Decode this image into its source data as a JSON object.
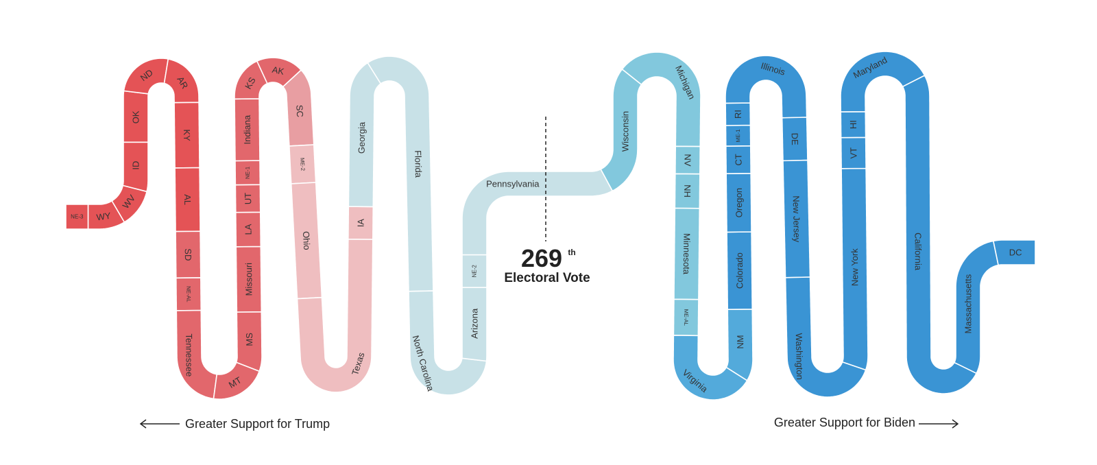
{
  "colors": {
    "trump_strong": "#E45356",
    "trump_solid": "#E2676C",
    "trump_lean": "#E89EA2",
    "trump_tilt": "#EFBEC0",
    "tossup": "#C8E1E7",
    "biden_tilt": "#82C8DD",
    "biden_lean": "#53AADB",
    "biden_solid": "#3A94D4",
    "divider": "#ffffff"
  },
  "center": {
    "vote_number": "269",
    "vote_suffix": "th",
    "vote_label": "Electoral Vote"
  },
  "captions": {
    "trump": "Greater Support for Trump",
    "biden": "Greater Support for Biden"
  },
  "chart_data": {
    "type": "ordered-electoral-snake",
    "midpoint": "269th Electoral Vote",
    "states": [
      {
        "name": "NE-3",
        "color": "trump_strong"
      },
      {
        "name": "WY",
        "color": "trump_strong"
      },
      {
        "name": "WV",
        "color": "trump_strong"
      },
      {
        "name": "ID",
        "color": "trump_strong"
      },
      {
        "name": "OK",
        "color": "trump_strong"
      },
      {
        "name": "ND",
        "color": "trump_strong"
      },
      {
        "name": "AR",
        "color": "trump_strong"
      },
      {
        "name": "KY",
        "color": "trump_strong"
      },
      {
        "name": "AL",
        "color": "trump_strong"
      },
      {
        "name": "SD",
        "color": "trump_solid"
      },
      {
        "name": "NE-AL",
        "color": "trump_solid"
      },
      {
        "name": "Tennessee",
        "color": "trump_solid"
      },
      {
        "name": "MT",
        "color": "trump_solid"
      },
      {
        "name": "MS",
        "color": "trump_solid"
      },
      {
        "name": "Missouri",
        "color": "trump_solid"
      },
      {
        "name": "LA",
        "color": "trump_solid"
      },
      {
        "name": "UT",
        "color": "trump_solid"
      },
      {
        "name": "NE-1",
        "color": "trump_solid"
      },
      {
        "name": "Indiana",
        "color": "trump_solid"
      },
      {
        "name": "KS",
        "color": "trump_solid"
      },
      {
        "name": "AK",
        "color": "trump_solid"
      },
      {
        "name": "SC",
        "color": "trump_lean"
      },
      {
        "name": "ME-2",
        "color": "trump_tilt"
      },
      {
        "name": "Ohio",
        "color": "trump_tilt"
      },
      {
        "name": "Texas",
        "color": "trump_tilt"
      },
      {
        "name": "IA",
        "color": "trump_tilt"
      },
      {
        "name": "Georgia",
        "color": "tossup"
      },
      {
        "name": "Florida",
        "color": "tossup"
      },
      {
        "name": "North Carolina",
        "color": "tossup"
      },
      {
        "name": "Arizona",
        "color": "tossup"
      },
      {
        "name": "NE-2",
        "color": "tossup"
      },
      {
        "name": "Pennsylvania",
        "color": "tossup"
      },
      {
        "name": "Wisconsin",
        "color": "biden_tilt"
      },
      {
        "name": "Michigan",
        "color": "biden_tilt"
      },
      {
        "name": "NV",
        "color": "biden_tilt"
      },
      {
        "name": "NH",
        "color": "biden_tilt"
      },
      {
        "name": "Minnesota",
        "color": "biden_tilt"
      },
      {
        "name": "ME-AL",
        "color": "biden_tilt"
      },
      {
        "name": "Virginia",
        "color": "biden_lean"
      },
      {
        "name": "NM",
        "color": "biden_lean"
      },
      {
        "name": "Colorado",
        "color": "biden_solid"
      },
      {
        "name": "Oregon",
        "color": "biden_solid"
      },
      {
        "name": "CT",
        "color": "biden_solid"
      },
      {
        "name": "ME-1",
        "color": "biden_solid"
      },
      {
        "name": "RI",
        "color": "biden_solid"
      },
      {
        "name": "Illinois",
        "color": "biden_solid"
      },
      {
        "name": "DE",
        "color": "biden_solid"
      },
      {
        "name": "New Jersey",
        "color": "biden_solid"
      },
      {
        "name": "Washington",
        "color": "biden_solid"
      },
      {
        "name": "New York",
        "color": "biden_solid"
      },
      {
        "name": "VT",
        "color": "biden_solid"
      },
      {
        "name": "HI",
        "color": "biden_solid"
      },
      {
        "name": "Maryland",
        "color": "biden_solid"
      },
      {
        "name": "California",
        "color": "biden_solid"
      },
      {
        "name": "Massachusetts",
        "color": "biden_solid"
      },
      {
        "name": "DC",
        "color": "biden_solid"
      }
    ]
  }
}
